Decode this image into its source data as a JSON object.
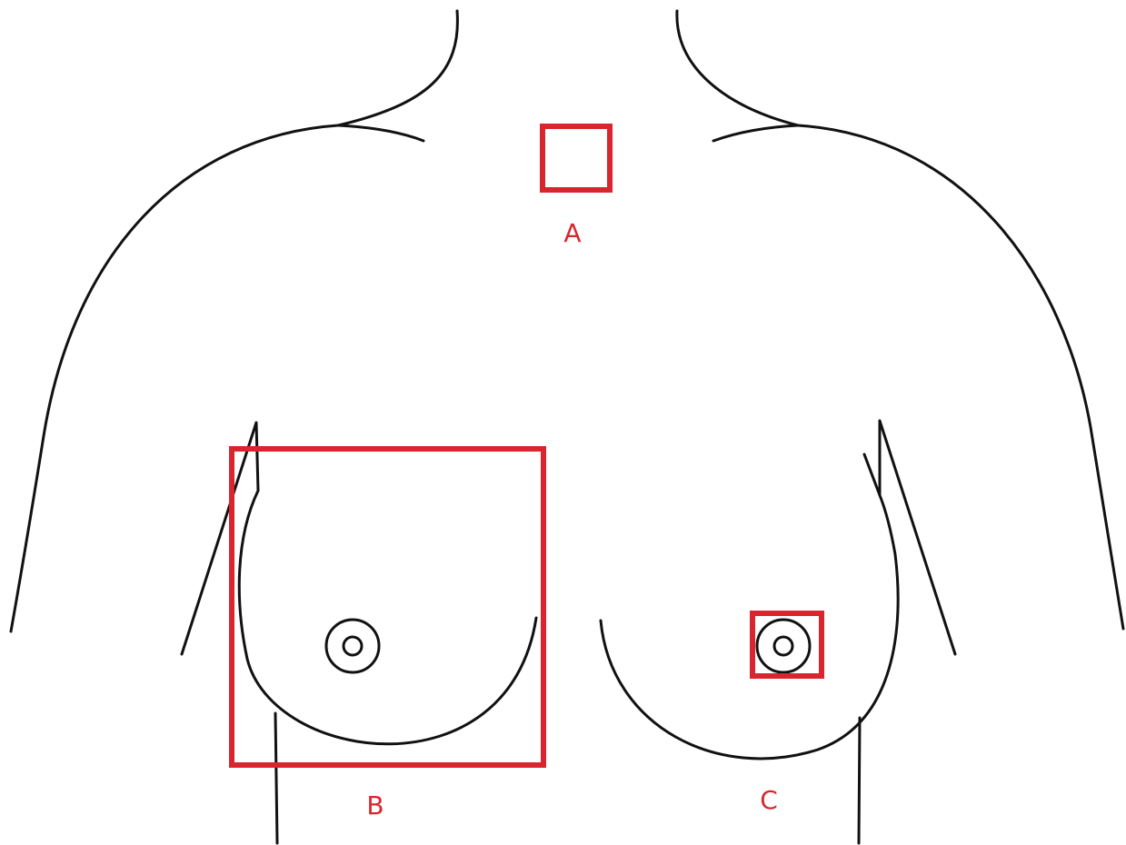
{
  "accent_color": "#d9262e",
  "regions": [
    {
      "id": "A",
      "label": "A"
    },
    {
      "id": "B",
      "label": "B"
    },
    {
      "id": "C",
      "label": "C"
    }
  ]
}
